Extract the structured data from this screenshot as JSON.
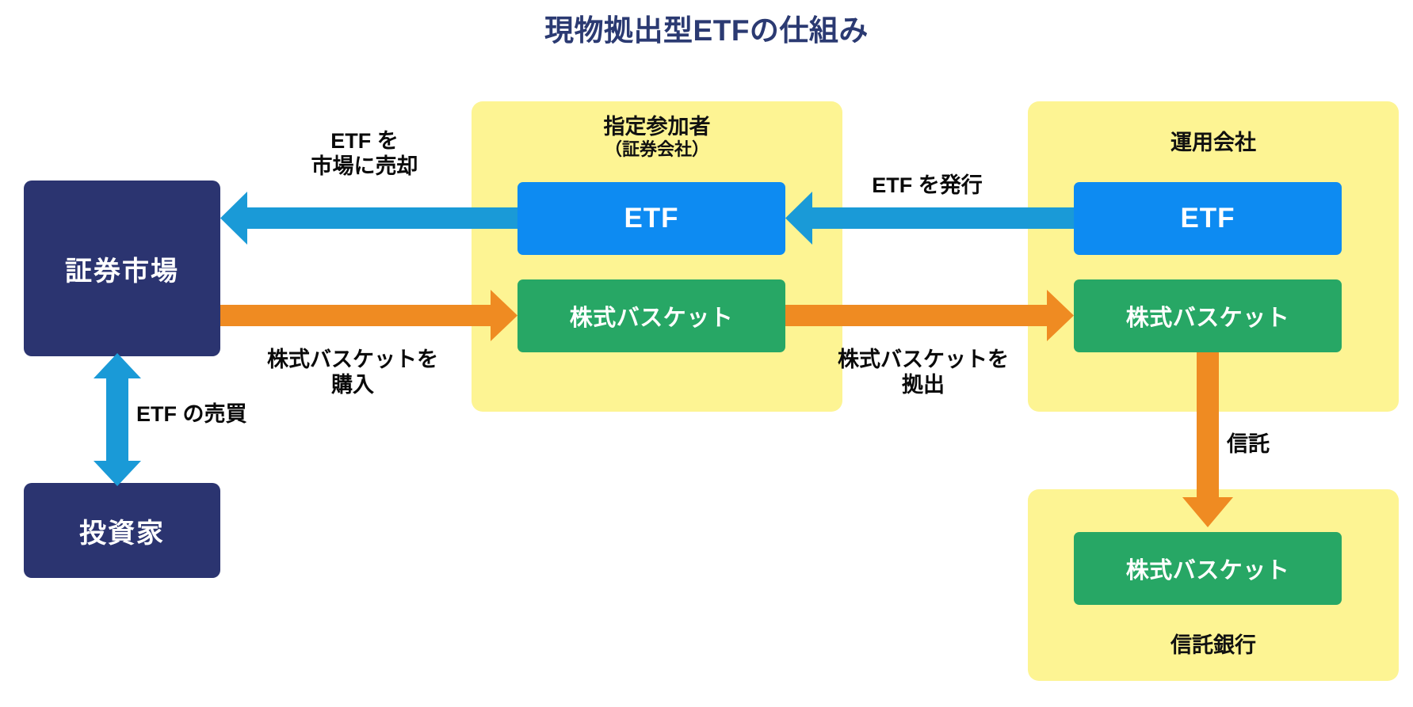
{
  "title": "現物拠出型ETFの仕組み",
  "colors": {
    "title_navy": "#2b3a72",
    "group_yellow": "#fdf493",
    "node_navy": "#2b3470",
    "node_blue": "#0d8bf2",
    "node_green": "#27a765",
    "arrow_blue": "#1a9ad7",
    "arrow_orange": "#ef8b22",
    "background": "#ffffff",
    "label_black": "#0a0a0a"
  },
  "nodes": {
    "securities_market": "証券市場",
    "investor": "投資家",
    "ap_etf": "ETF",
    "ap_basket": "株式バスケット",
    "mgmt_etf": "ETF",
    "mgmt_basket": "株式バスケット",
    "trust_basket": "株式バスケット"
  },
  "groups": {
    "designated_participant": {
      "title": "指定参加者",
      "subtitle": "（証券会社）"
    },
    "management_company": {
      "title": "運用会社"
    },
    "trust_bank": {
      "caption": "信託銀行"
    }
  },
  "arrow_labels": {
    "sell_etf_to_market": "ETF を\n市場に売却",
    "buy_stock_basket": "株式バスケットを\n購入",
    "trade_etf": "ETF の売買",
    "issue_etf": "ETF を発行",
    "contribute_stock_basket": "株式バスケットを\n拠出",
    "entrust": "信託"
  },
  "arrows": [
    {
      "name": "etf-to-market-arrow",
      "direction": "left",
      "color": "#1a9ad7"
    },
    {
      "name": "etf-issue-arrow",
      "direction": "left",
      "color": "#1a9ad7"
    },
    {
      "name": "market-to-ap-basket-arrow",
      "direction": "right",
      "color": "#ef8b22"
    },
    {
      "name": "ap-to-mgmt-basket-arrow",
      "direction": "right",
      "color": "#ef8b22"
    },
    {
      "name": "etf-trade-arrow",
      "direction": "both-vertical",
      "color": "#1a9ad7"
    },
    {
      "name": "entrust-arrow",
      "direction": "down",
      "color": "#ef8b22"
    }
  ]
}
